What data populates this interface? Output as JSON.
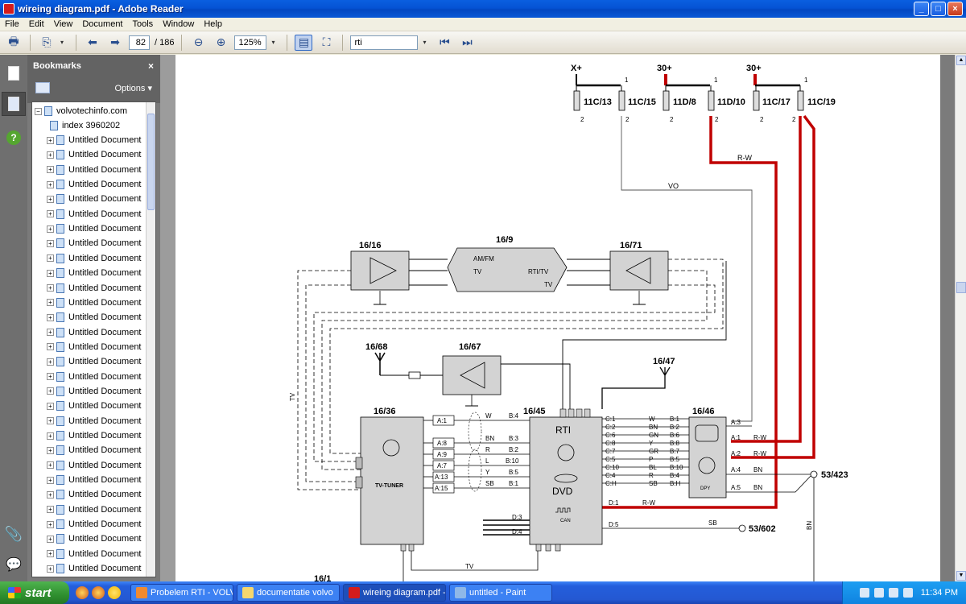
{
  "window": {
    "title": "wireing diagram.pdf - Adobe Reader",
    "minimize": "_",
    "maximize": "□",
    "close": "×"
  },
  "menu": [
    "File",
    "Edit",
    "View",
    "Document",
    "Tools",
    "Window",
    "Help"
  ],
  "toolbar": {
    "page_current": "82",
    "page_total": "/ 186",
    "zoom": "125%",
    "search": "rti"
  },
  "bookmarks": {
    "title": "Bookmarks",
    "close": "×",
    "options": "Options ▾",
    "root": "volvotechinfo.com",
    "index": "index 3960202",
    "items": [
      "Untitled Document",
      "Untitled Document",
      "Untitled Document",
      "Untitled Document",
      "Untitled Document",
      "Untitled Document",
      "Untitled Document",
      "Untitled Document",
      "Untitled Document",
      "Untitled Document",
      "Untitled Document",
      "Untitled Document",
      "Untitled Document",
      "Untitled Document",
      "Untitled Document",
      "Untitled Document",
      "Untitled Document",
      "Untitled Document",
      "Untitled Document",
      "Untitled Document",
      "Untitled Document",
      "Untitled Document",
      "Untitled Document",
      "Untitled Document",
      "Untitled Document",
      "Untitled Document",
      "Untitled Document",
      "Untitled Document",
      "Untitled Document",
      "Untitled Document"
    ]
  },
  "diagram": {
    "fuses_top": [
      "X+",
      "30+",
      "30+"
    ],
    "fuses": [
      "11C/13",
      "11C/15",
      "11D/8",
      "11D/10",
      "11C/17",
      "11C/19"
    ],
    "pin1": "1",
    "pin2": "2",
    "wires": {
      "rw": "R-W",
      "vo": "VO",
      "tv": "TV",
      "sb": "SB",
      "bn": "BN"
    },
    "components": {
      "c1616": "16/16",
      "c169": "16/9",
      "c1671": "16/71",
      "c1668": "16/68",
      "c1667": "16/67",
      "c1647": "16/47",
      "c1636": "16/36",
      "c1645": "16/45",
      "c1646": "16/46",
      "c161": "16/1",
      "g53423": "53/423",
      "g53602": "53/602"
    },
    "antenna_labels": {
      "amfm": "AM/FM",
      "tv": "TV",
      "rtitv": "RTI/TV",
      "tv2": "TV"
    },
    "tuner_label": "TV-TUNER",
    "rti_label": "RTI",
    "dvd_label": "DVD",
    "can_label": "CAN",
    "dpy_label": "DPY",
    "tuner_pins": [
      "A:1",
      "A:8",
      "A:9",
      "A:7",
      "A:13",
      "A:15"
    ],
    "tuner_wires": [
      "W",
      "BN",
      "R",
      "L",
      "Y",
      "SB"
    ],
    "rti_left_pins": [
      "B:4",
      "B:3",
      "B:2",
      "B:10",
      "B:5",
      "B:1"
    ],
    "rti_right_pins": [
      "C:1",
      "C:2",
      "C:6",
      "C:8",
      "C:7",
      "C:5",
      "C:10",
      "C:4",
      "C:H"
    ],
    "rti_mid_wires": [
      "W",
      "BN",
      "GN",
      "Y",
      "GR",
      "P",
      "BL",
      "R",
      "SB"
    ],
    "dpy_left_pins": [
      "B:1",
      "B:2",
      "B:6",
      "B:8",
      "B:7",
      "B:5",
      "B:10",
      "B:4",
      "B:H"
    ],
    "dpy_right_pins": [
      "A:3",
      "A:1",
      "A:2",
      "A:4",
      "A:5"
    ],
    "dpy_right_wires": [
      "R-W",
      "R-W",
      "BN",
      "BN"
    ],
    "rti_bottom_pins": [
      "D:3",
      "D:4",
      "D:1",
      "D:5"
    ]
  },
  "taskbar": {
    "start": "start",
    "tasks": [
      "Probelem RTI - VOLV...",
      "documentatie volvo",
      "wireing diagram.pdf -...",
      "untitled - Paint"
    ],
    "time": "11:34 PM"
  }
}
